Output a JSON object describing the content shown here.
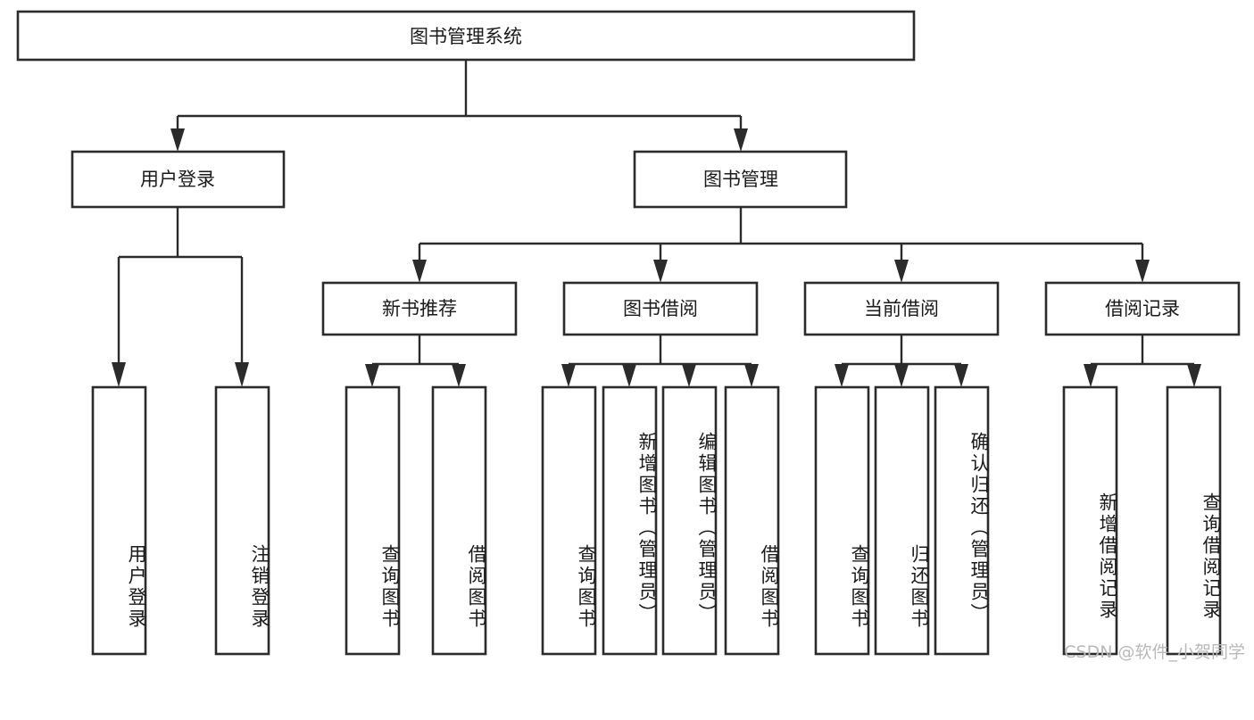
{
  "diagram": {
    "title": "图书管理系统",
    "type": "tree-hierarchy",
    "root": {
      "id": "root",
      "label": "图书管理系统",
      "orientation": "horizontal"
    },
    "level2": [
      {
        "id": "user-login",
        "label": "用户登录",
        "orientation": "horizontal"
      },
      {
        "id": "book-management",
        "label": "图书管理",
        "orientation": "horizontal"
      }
    ],
    "level3": [
      {
        "id": "new-book-recommend",
        "label": "新书推荐",
        "orientation": "horizontal",
        "parent": "book-management"
      },
      {
        "id": "book-borrow",
        "label": "图书借阅",
        "orientation": "horizontal",
        "parent": "book-management"
      },
      {
        "id": "current-borrow",
        "label": "当前借阅",
        "orientation": "horizontal",
        "parent": "book-management"
      },
      {
        "id": "borrow-record",
        "label": "借阅记录",
        "orientation": "horizontal",
        "parent": "book-management"
      }
    ],
    "leaves": [
      {
        "id": "leaf-user-login",
        "label": "用户登录",
        "orientation": "vertical",
        "parent": "user-login"
      },
      {
        "id": "leaf-user-logout",
        "label": "注销登录",
        "orientation": "vertical",
        "parent": "user-login"
      },
      {
        "id": "leaf-query-book-1",
        "label": "查询图书",
        "orientation": "vertical",
        "parent": "new-book-recommend"
      },
      {
        "id": "leaf-borrow-book-1",
        "label": "借阅图书",
        "orientation": "vertical",
        "parent": "new-book-recommend"
      },
      {
        "id": "leaf-query-book-2",
        "label": "查询图书",
        "orientation": "vertical",
        "parent": "book-borrow"
      },
      {
        "id": "leaf-add-book",
        "label": "新增图书（管理员）",
        "orientation": "vertical",
        "parent": "book-borrow"
      },
      {
        "id": "leaf-edit-book",
        "label": "编辑图书（管理员）",
        "orientation": "vertical",
        "parent": "book-borrow"
      },
      {
        "id": "leaf-borrow-book-2",
        "label": "借阅图书",
        "orientation": "vertical",
        "parent": "book-borrow"
      },
      {
        "id": "leaf-query-book-3",
        "label": "查询图书",
        "orientation": "vertical",
        "parent": "current-borrow"
      },
      {
        "id": "leaf-return-book",
        "label": "归还图书",
        "orientation": "vertical",
        "parent": "current-borrow"
      },
      {
        "id": "leaf-confirm-return",
        "label": "确认归还（管理员）",
        "orientation": "vertical",
        "parent": "current-borrow"
      },
      {
        "id": "leaf-add-record",
        "label": "新增借阅记录",
        "orientation": "vertical",
        "parent": "borrow-record"
      },
      {
        "id": "leaf-query-record",
        "label": "查询借阅记录",
        "orientation": "vertical",
        "parent": "borrow-record"
      }
    ],
    "colors": {
      "stroke": "#2b2b2b",
      "fill": "#ffffff",
      "text": "#1a1a1a",
      "background": "#ffffff",
      "watermark": "#b9b9b9"
    }
  },
  "watermark": {
    "text": "CSDN @软件_小贺同学"
  }
}
